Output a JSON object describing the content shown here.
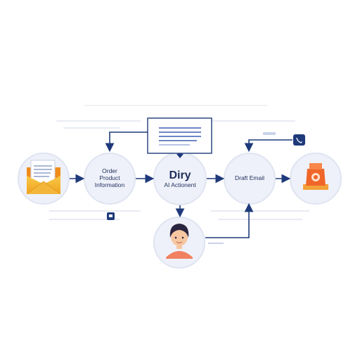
{
  "colors": {
    "arrow": "#1f3a7a",
    "circle_fill": "#eef1f9",
    "circle_stroke": "#dfe4f1",
    "text": "#1f2d5c",
    "envelope_gold": "#f0b429",
    "envelope_orange": "#f08c1a",
    "badge": "#1f3a7a",
    "person_skin": "#f6c7a1",
    "person_hair": "#2a2540",
    "person_shirt": "#f08060",
    "box_orange": "#f0662a"
  },
  "nodes": {
    "email": {
      "icon": "envelope-icon"
    },
    "order_info": {
      "line1": "Order",
      "line2": "Product",
      "line3": "Information"
    },
    "ai": {
      "title": "Diry",
      "subtitle": "AI Actionent"
    },
    "draft_email": {
      "label": "Draft Email"
    },
    "person": {
      "icon": "person-avatar-icon"
    },
    "product_box": {
      "icon": "package-icon"
    }
  },
  "callouts": {
    "document": {
      "icon": "document-lines-icon"
    },
    "phone_badge": {
      "icon": "phone-icon"
    },
    "small_badge": {
      "icon": "square-badge-icon"
    }
  }
}
